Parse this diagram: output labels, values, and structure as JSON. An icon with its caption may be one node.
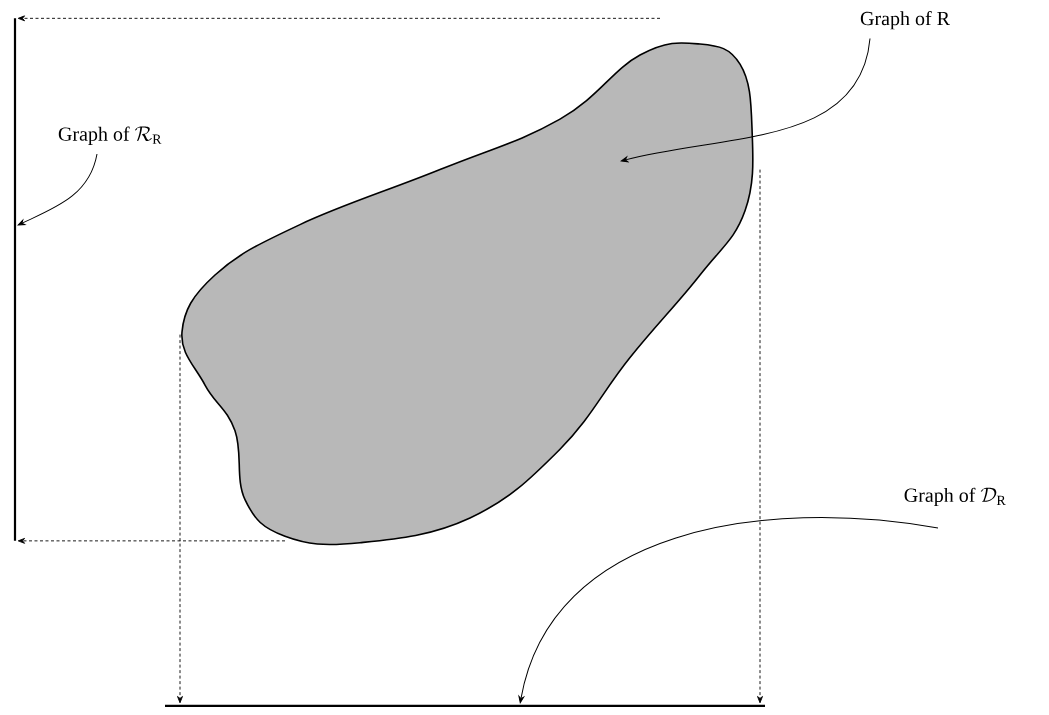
{
  "diagram": {
    "nodes": [
      {
        "text": [
          "Graph of R"
        ]
      },
      {
        "text": [],
        "shape": "cloud"
      },
      {
        "text": [
          "\\text{Graph of }\\mathcal{R}_{\\mathrm{R}}"
        ]
      },
      {
        "text": [],
        "shape": "bar"
      },
      {
        "text": [
          "\\text{Graph of }\\mathcal{D}_{\\mathrm{R}}"
        ]
      },
      {
        "text": [],
        "shape": "bar"
      }
    ],
    "edges": [
      {
        "from": 0,
        "to": 1,
        "arrow": "to"
      },
      {
        "from": 2,
        "to": 3,
        "arrow": "to"
      },
      {
        "from": 4,
        "to": 5,
        "arrow": "to"
      },
      {
        "from": 1,
        "to": 3,
        "arrow": "to",
        "style": "dashed"
      },
      {
        "from": 1,
        "to": 3,
        "arrow": "to",
        "style": "dashed"
      },
      {
        "from": 1,
        "to": 5,
        "arrow": "to",
        "style": "dashed"
      },
      {
        "from": 1,
        "to": 5,
        "arrow": "to",
        "style": "dashed"
      }
    ]
  }
}
